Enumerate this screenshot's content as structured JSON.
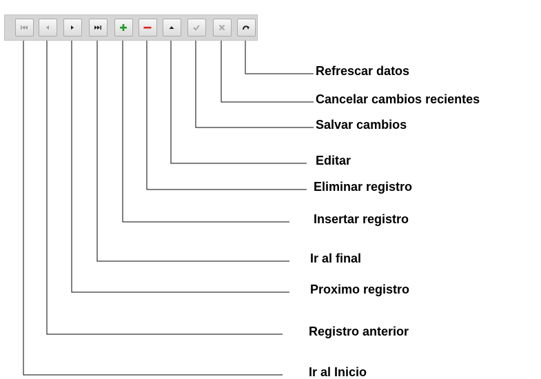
{
  "toolbar": {
    "buttons": [
      {
        "id": "first",
        "icon": "skip-to-first-icon",
        "color": "#9a9a9a"
      },
      {
        "id": "prev",
        "icon": "triangle-left-icon",
        "color": "#9a9a9a"
      },
      {
        "id": "next",
        "icon": "triangle-right-icon",
        "color": "#222222"
      },
      {
        "id": "last",
        "icon": "skip-to-last-icon",
        "color": "#222222"
      },
      {
        "id": "insert",
        "icon": "plus-icon",
        "color": "#1f9a1f"
      },
      {
        "id": "delete",
        "icon": "minus-icon",
        "color": "#e0201a"
      },
      {
        "id": "edit",
        "icon": "triangle-up-icon",
        "color": "#222222"
      },
      {
        "id": "post",
        "icon": "check-icon",
        "color": "#a8a8a8"
      },
      {
        "id": "cancel",
        "icon": "x-icon",
        "color": "#a8a8a8"
      },
      {
        "id": "refresh",
        "icon": "refresh-arrow-icon",
        "color": "#222222"
      }
    ]
  },
  "labels": {
    "first": "Ir al Inicio",
    "prev": "Registro anterior",
    "next": "Proximo registro",
    "last": "Ir al final",
    "insert": "Insertar registro",
    "delete": "Eliminar registro",
    "edit": "Editar",
    "post": "Salvar cambios",
    "cancel": "Cancelar cambios recientes",
    "refresh": "Refrescar datos"
  }
}
